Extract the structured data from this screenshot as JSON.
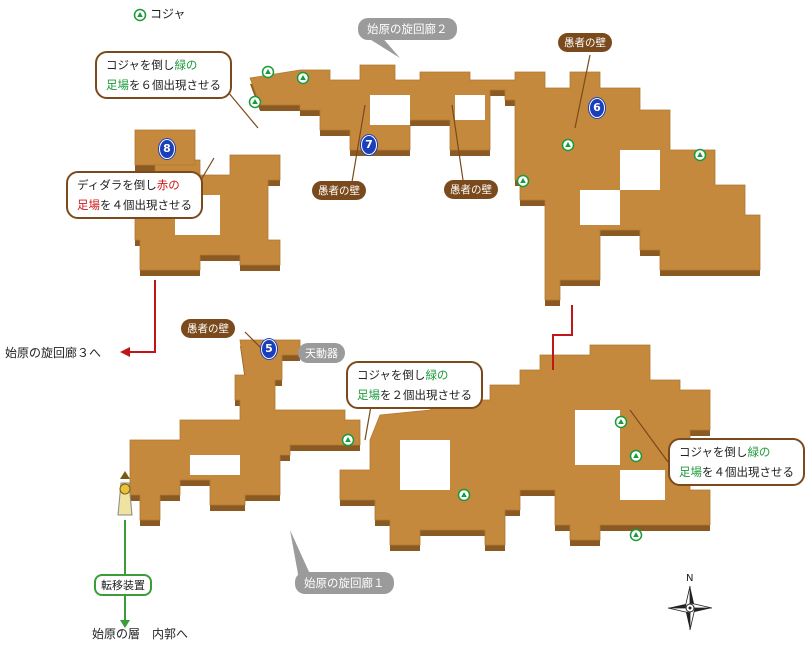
{
  "legend": {
    "koja_label": "コジャ"
  },
  "areas": {
    "corridor1": "始原の旋回廊１",
    "corridor2": "始原の旋回廊２",
    "corridor3": "始原の旋回廊３へ",
    "inner": "始原の層　内郭へ"
  },
  "warp": {
    "label": "転移装置"
  },
  "tendouki": "天動器",
  "walls": {
    "label": "愚者の壁"
  },
  "notes": {
    "n1": {
      "a": "コジャを倒し",
      "b": "緑の",
      "c": "足場",
      "d": "を６個出現させる"
    },
    "n2": {
      "a": "ディダラを倒し",
      "b": "赤の",
      "c": "足場",
      "d": "を４個出現させる"
    },
    "n3": {
      "a": "コジャを倒し",
      "b": "緑の",
      "c": "足場",
      "d": "を２個出現させる"
    },
    "n4": {
      "a": "コジャを倒し",
      "b": "緑の",
      "c": "足場",
      "d": "を４個出現させる"
    }
  },
  "markers": [
    "5",
    "6",
    "7",
    "8"
  ],
  "compass": {
    "n": "N"
  },
  "colors": {
    "floor": "#c4893c",
    "floor_side": "#8b5a23",
    "koja": "#1a9a3a",
    "route_red": "#c0161a",
    "route_green": "#3a9d3a",
    "marker": "#1b3fb8"
  }
}
